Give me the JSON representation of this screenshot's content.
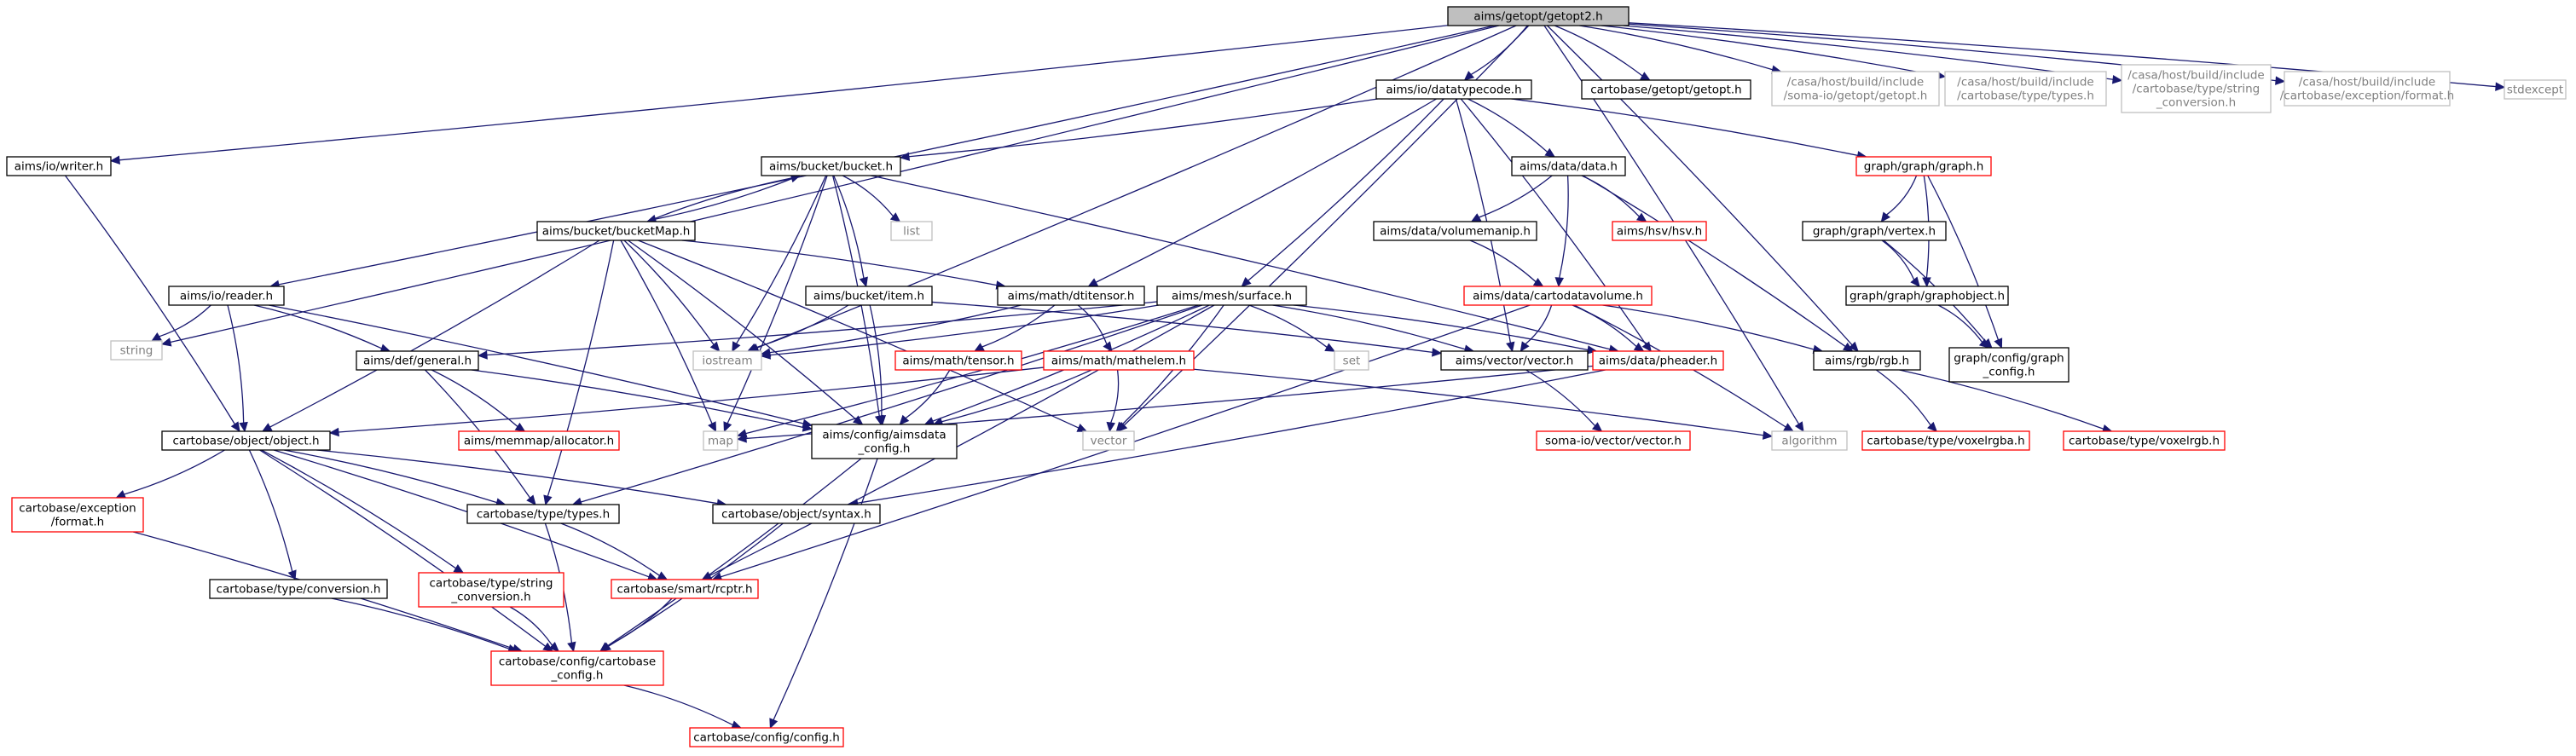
{
  "colors": {
    "edge": "#191970",
    "border_normal": "#000000",
    "border_undocumented": "#ff0000",
    "border_external": "#bfbfbf",
    "text_external": "#808080",
    "root_fill": "#bfbfbf"
  },
  "nodes": {
    "getopt2": {
      "lines": [
        "aims/getopt/getopt2.h"
      ],
      "kind": "root"
    },
    "writer": {
      "lines": [
        "aims/io/writer.h"
      ],
      "kind": "normal"
    },
    "string": {
      "lines": [
        "string"
      ],
      "kind": "external"
    },
    "reader": {
      "lines": [
        "aims/io/reader.h"
      ],
      "kind": "normal"
    },
    "iostream": {
      "lines": [
        "iostream"
      ],
      "kind": "external"
    },
    "datatypecode": {
      "lines": [
        "aims/io/datatypecode.h"
      ],
      "kind": "normal"
    },
    "cb_getopt": {
      "lines": [
        "cartobase/getopt/getopt.h"
      ],
      "kind": "normal"
    },
    "casa_somaio": {
      "lines": [
        "/casa/host/build/include",
        "/soma-io/getopt/getopt.h"
      ],
      "kind": "external"
    },
    "casa_types": {
      "lines": [
        "/casa/host/build/include",
        "/cartobase/type/types.h"
      ],
      "kind": "external"
    },
    "casa_strconv": {
      "lines": [
        "/casa/host/build/include",
        "/cartobase/type/string",
        "_conversion.h"
      ],
      "kind": "external"
    },
    "casa_format": {
      "lines": [
        "/casa/host/build/include",
        "/cartobase/exception/format.h"
      ],
      "kind": "external"
    },
    "stdexcept": {
      "lines": [
        "stdexcept"
      ],
      "kind": "external"
    },
    "bucket": {
      "lines": [
        "aims/bucket/bucket.h"
      ],
      "kind": "normal"
    },
    "bucketmap": {
      "lines": [
        "aims/bucket/bucketMap.h"
      ],
      "kind": "normal"
    },
    "list": {
      "lines": [
        "list"
      ],
      "kind": "external"
    },
    "item": {
      "lines": [
        "aims/bucket/item.h"
      ],
      "kind": "normal"
    },
    "dtitensor": {
      "lines": [
        "aims/math/dtitensor.h"
      ],
      "kind": "normal"
    },
    "surface": {
      "lines": [
        "aims/mesh/surface.h"
      ],
      "kind": "normal"
    },
    "set": {
      "lines": [
        "set"
      ],
      "kind": "external"
    },
    "datadata": {
      "lines": [
        "aims/data/data.h"
      ],
      "kind": "normal"
    },
    "hsv": {
      "lines": [
        "aims/hsv/hsv.h"
      ],
      "kind": "undocumented"
    },
    "volumemanip": {
      "lines": [
        "aims/data/volumemanip.h"
      ],
      "kind": "normal"
    },
    "cartodatavolume": {
      "lines": [
        "aims/data/cartodatavolume.h"
      ],
      "kind": "undocumented"
    },
    "graph": {
      "lines": [
        "graph/graph/graph.h"
      ],
      "kind": "undocumented"
    },
    "vertex": {
      "lines": [
        "graph/graph/vertex.h"
      ],
      "kind": "normal"
    },
    "graphobject": {
      "lines": [
        "graph/graph/graphobject.h"
      ],
      "kind": "normal"
    },
    "graphconfig": {
      "lines": [
        "graph/config/graph",
        "_config.h"
      ],
      "kind": "normal"
    },
    "defgeneral": {
      "lines": [
        "aims/def/general.h"
      ],
      "kind": "normal"
    },
    "tensor": {
      "lines": [
        "aims/math/tensor.h"
      ],
      "kind": "undocumented"
    },
    "mathelem": {
      "lines": [
        "aims/math/mathelem.h"
      ],
      "kind": "undocumented"
    },
    "vectorh": {
      "lines": [
        "aims/vector/vector.h"
      ],
      "kind": "normal"
    },
    "pheader": {
      "lines": [
        "aims/data/pheader.h"
      ],
      "kind": "undocumented"
    },
    "rgb": {
      "lines": [
        "aims/rgb/rgb.h"
      ],
      "kind": "normal"
    },
    "objecth": {
      "lines": [
        "cartobase/object/object.h"
      ],
      "kind": "normal"
    },
    "allocator": {
      "lines": [
        "aims/memmap/allocator.h"
      ],
      "kind": "undocumented"
    },
    "map": {
      "lines": [
        "map"
      ],
      "kind": "external"
    },
    "aimsdata_config": {
      "lines": [
        "aims/config/aimsdata",
        "_config.h"
      ],
      "kind": "normal"
    },
    "vector": {
      "lines": [
        "vector"
      ],
      "kind": "external"
    },
    "somaio_vector": {
      "lines": [
        "soma-io/vector/vector.h"
      ],
      "kind": "undocumented"
    },
    "algorithm": {
      "lines": [
        "algorithm"
      ],
      "kind": "external"
    },
    "voxelrgba": {
      "lines": [
        "cartobase/type/voxelrgba.h"
      ],
      "kind": "undocumented"
    },
    "voxelrgb": {
      "lines": [
        "cartobase/type/voxelrgb.h"
      ],
      "kind": "undocumented"
    },
    "exc_format": {
      "lines": [
        "cartobase/exception",
        "/format.h"
      ],
      "kind": "undocumented"
    },
    "typesh": {
      "lines": [
        "cartobase/type/types.h"
      ],
      "kind": "normal"
    },
    "syntax": {
      "lines": [
        "cartobase/object/syntax.h"
      ],
      "kind": "normal"
    },
    "conversion": {
      "lines": [
        "cartobase/type/conversion.h"
      ],
      "kind": "normal"
    },
    "strconv": {
      "lines": [
        "cartobase/type/string",
        "_conversion.h"
      ],
      "kind": "undocumented"
    },
    "rcptr": {
      "lines": [
        "cartobase/smart/rcptr.h"
      ],
      "kind": "undocumented"
    },
    "cb_config": {
      "lines": [
        "cartobase/config/cartobase",
        "_config.h"
      ],
      "kind": "undocumented"
    },
    "config": {
      "lines": [
        "cartobase/config/config.h"
      ],
      "kind": "undocumented"
    }
  },
  "edges": [
    [
      "getopt2",
      "writer"
    ],
    [
      "getopt2",
      "string"
    ],
    [
      "getopt2",
      "reader"
    ],
    [
      "getopt2",
      "iostream"
    ],
    [
      "getopt2",
      "datatypecode"
    ],
    [
      "getopt2",
      "cb_getopt"
    ],
    [
      "getopt2",
      "casa_somaio"
    ],
    [
      "getopt2",
      "casa_types"
    ],
    [
      "getopt2",
      "casa_strconv"
    ],
    [
      "getopt2",
      "casa_format"
    ],
    [
      "getopt2",
      "stdexcept"
    ],
    [
      "getopt2",
      "vector"
    ],
    [
      "getopt2",
      "algorithm"
    ],
    [
      "getopt2",
      "rgb"
    ],
    [
      "writer",
      "objecth"
    ],
    [
      "reader",
      "string"
    ],
    [
      "reader",
      "defgeneral"
    ],
    [
      "reader",
      "objecth"
    ],
    [
      "reader",
      "aimsdata_config"
    ],
    [
      "datatypecode",
      "bucket"
    ],
    [
      "datatypecode",
      "datadata"
    ],
    [
      "datatypecode",
      "graph"
    ],
    [
      "datatypecode",
      "surface"
    ],
    [
      "datatypecode",
      "vectorh"
    ],
    [
      "datatypecode",
      "dtitensor"
    ],
    [
      "datatypecode",
      "pheader"
    ],
    [
      "bucket",
      "bucketmap"
    ],
    [
      "bucket",
      "list"
    ],
    [
      "bucket",
      "item"
    ],
    [
      "bucket",
      "iostream"
    ],
    [
      "bucket",
      "map"
    ],
    [
      "bucket",
      "aimsdata_config"
    ],
    [
      "bucket",
      "pheader"
    ],
    [
      "bucketmap",
      "bucket"
    ],
    [
      "bucketmap",
      "dtitensor"
    ],
    [
      "bucketmap",
      "iostream"
    ],
    [
      "bucketmap",
      "map"
    ],
    [
      "bucketmap",
      "objecth"
    ],
    [
      "bucketmap",
      "typesh"
    ],
    [
      "bucketmap",
      "aimsdata_config"
    ],
    [
      "bucketmap",
      "vector"
    ],
    [
      "item",
      "iostream"
    ],
    [
      "item",
      "aimsdata_config"
    ],
    [
      "item",
      "vectorh"
    ],
    [
      "dtitensor",
      "tensor"
    ],
    [
      "dtitensor",
      "mathelem"
    ],
    [
      "dtitensor",
      "iostream"
    ],
    [
      "surface",
      "defgeneral"
    ],
    [
      "surface",
      "iostream"
    ],
    [
      "surface",
      "set"
    ],
    [
      "surface",
      "vectorh"
    ],
    [
      "surface",
      "pheader"
    ],
    [
      "surface",
      "map"
    ],
    [
      "surface",
      "vector"
    ],
    [
      "surface",
      "aimsdata_config"
    ],
    [
      "surface",
      "typesh"
    ],
    [
      "surface",
      "rcptr"
    ],
    [
      "datadata",
      "volumemanip"
    ],
    [
      "datadata",
      "hsv"
    ],
    [
      "datadata",
      "cartodatavolume"
    ],
    [
      "datadata",
      "rgb"
    ],
    [
      "volumemanip",
      "cartodatavolume"
    ],
    [
      "cartodatavolume",
      "vectorh"
    ],
    [
      "cartodatavolume",
      "pheader"
    ],
    [
      "cartodatavolume",
      "rgb"
    ],
    [
      "cartodatavolume",
      "algorithm"
    ],
    [
      "cartodatavolume",
      "rcptr"
    ],
    [
      "graph",
      "vertex"
    ],
    [
      "graph",
      "graphobject"
    ],
    [
      "graph",
      "graphconfig"
    ],
    [
      "vertex",
      "graphobject"
    ],
    [
      "vertex",
      "graphconfig"
    ],
    [
      "graphobject",
      "graphconfig"
    ],
    [
      "defgeneral",
      "allocator"
    ],
    [
      "defgeneral",
      "typesh"
    ],
    [
      "defgeneral",
      "aimsdata_config"
    ],
    [
      "tensor",
      "aimsdata_config"
    ],
    [
      "mathelem",
      "aimsdata_config"
    ],
    [
      "mathelem",
      "vector"
    ],
    [
      "mathelem",
      "algorithm"
    ],
    [
      "mathelem",
      "objecth"
    ],
    [
      "vectorh",
      "somaio_vector"
    ],
    [
      "pheader",
      "syntax"
    ],
    [
      "pheader",
      "map"
    ],
    [
      "rgb",
      "voxelrgba"
    ],
    [
      "rgb",
      "voxelrgb"
    ],
    [
      "objecth",
      "exc_format"
    ],
    [
      "objecth",
      "typesh"
    ],
    [
      "objecth",
      "syntax"
    ],
    [
      "objecth",
      "conversion"
    ],
    [
      "objecth",
      "strconv"
    ],
    [
      "objecth",
      "rcptr"
    ],
    [
      "objecth",
      "cb_config"
    ],
    [
      "aimsdata_config",
      "cb_config"
    ],
    [
      "aimsdata_config",
      "config"
    ],
    [
      "typesh",
      "rcptr"
    ],
    [
      "typesh",
      "cb_config"
    ],
    [
      "syntax",
      "cb_config"
    ],
    [
      "conversion",
      "cb_config"
    ],
    [
      "strconv",
      "cb_config"
    ],
    [
      "rcptr",
      "cb_config"
    ],
    [
      "exc_format",
      "cb_config"
    ],
    [
      "cb_config",
      "config"
    ]
  ]
}
